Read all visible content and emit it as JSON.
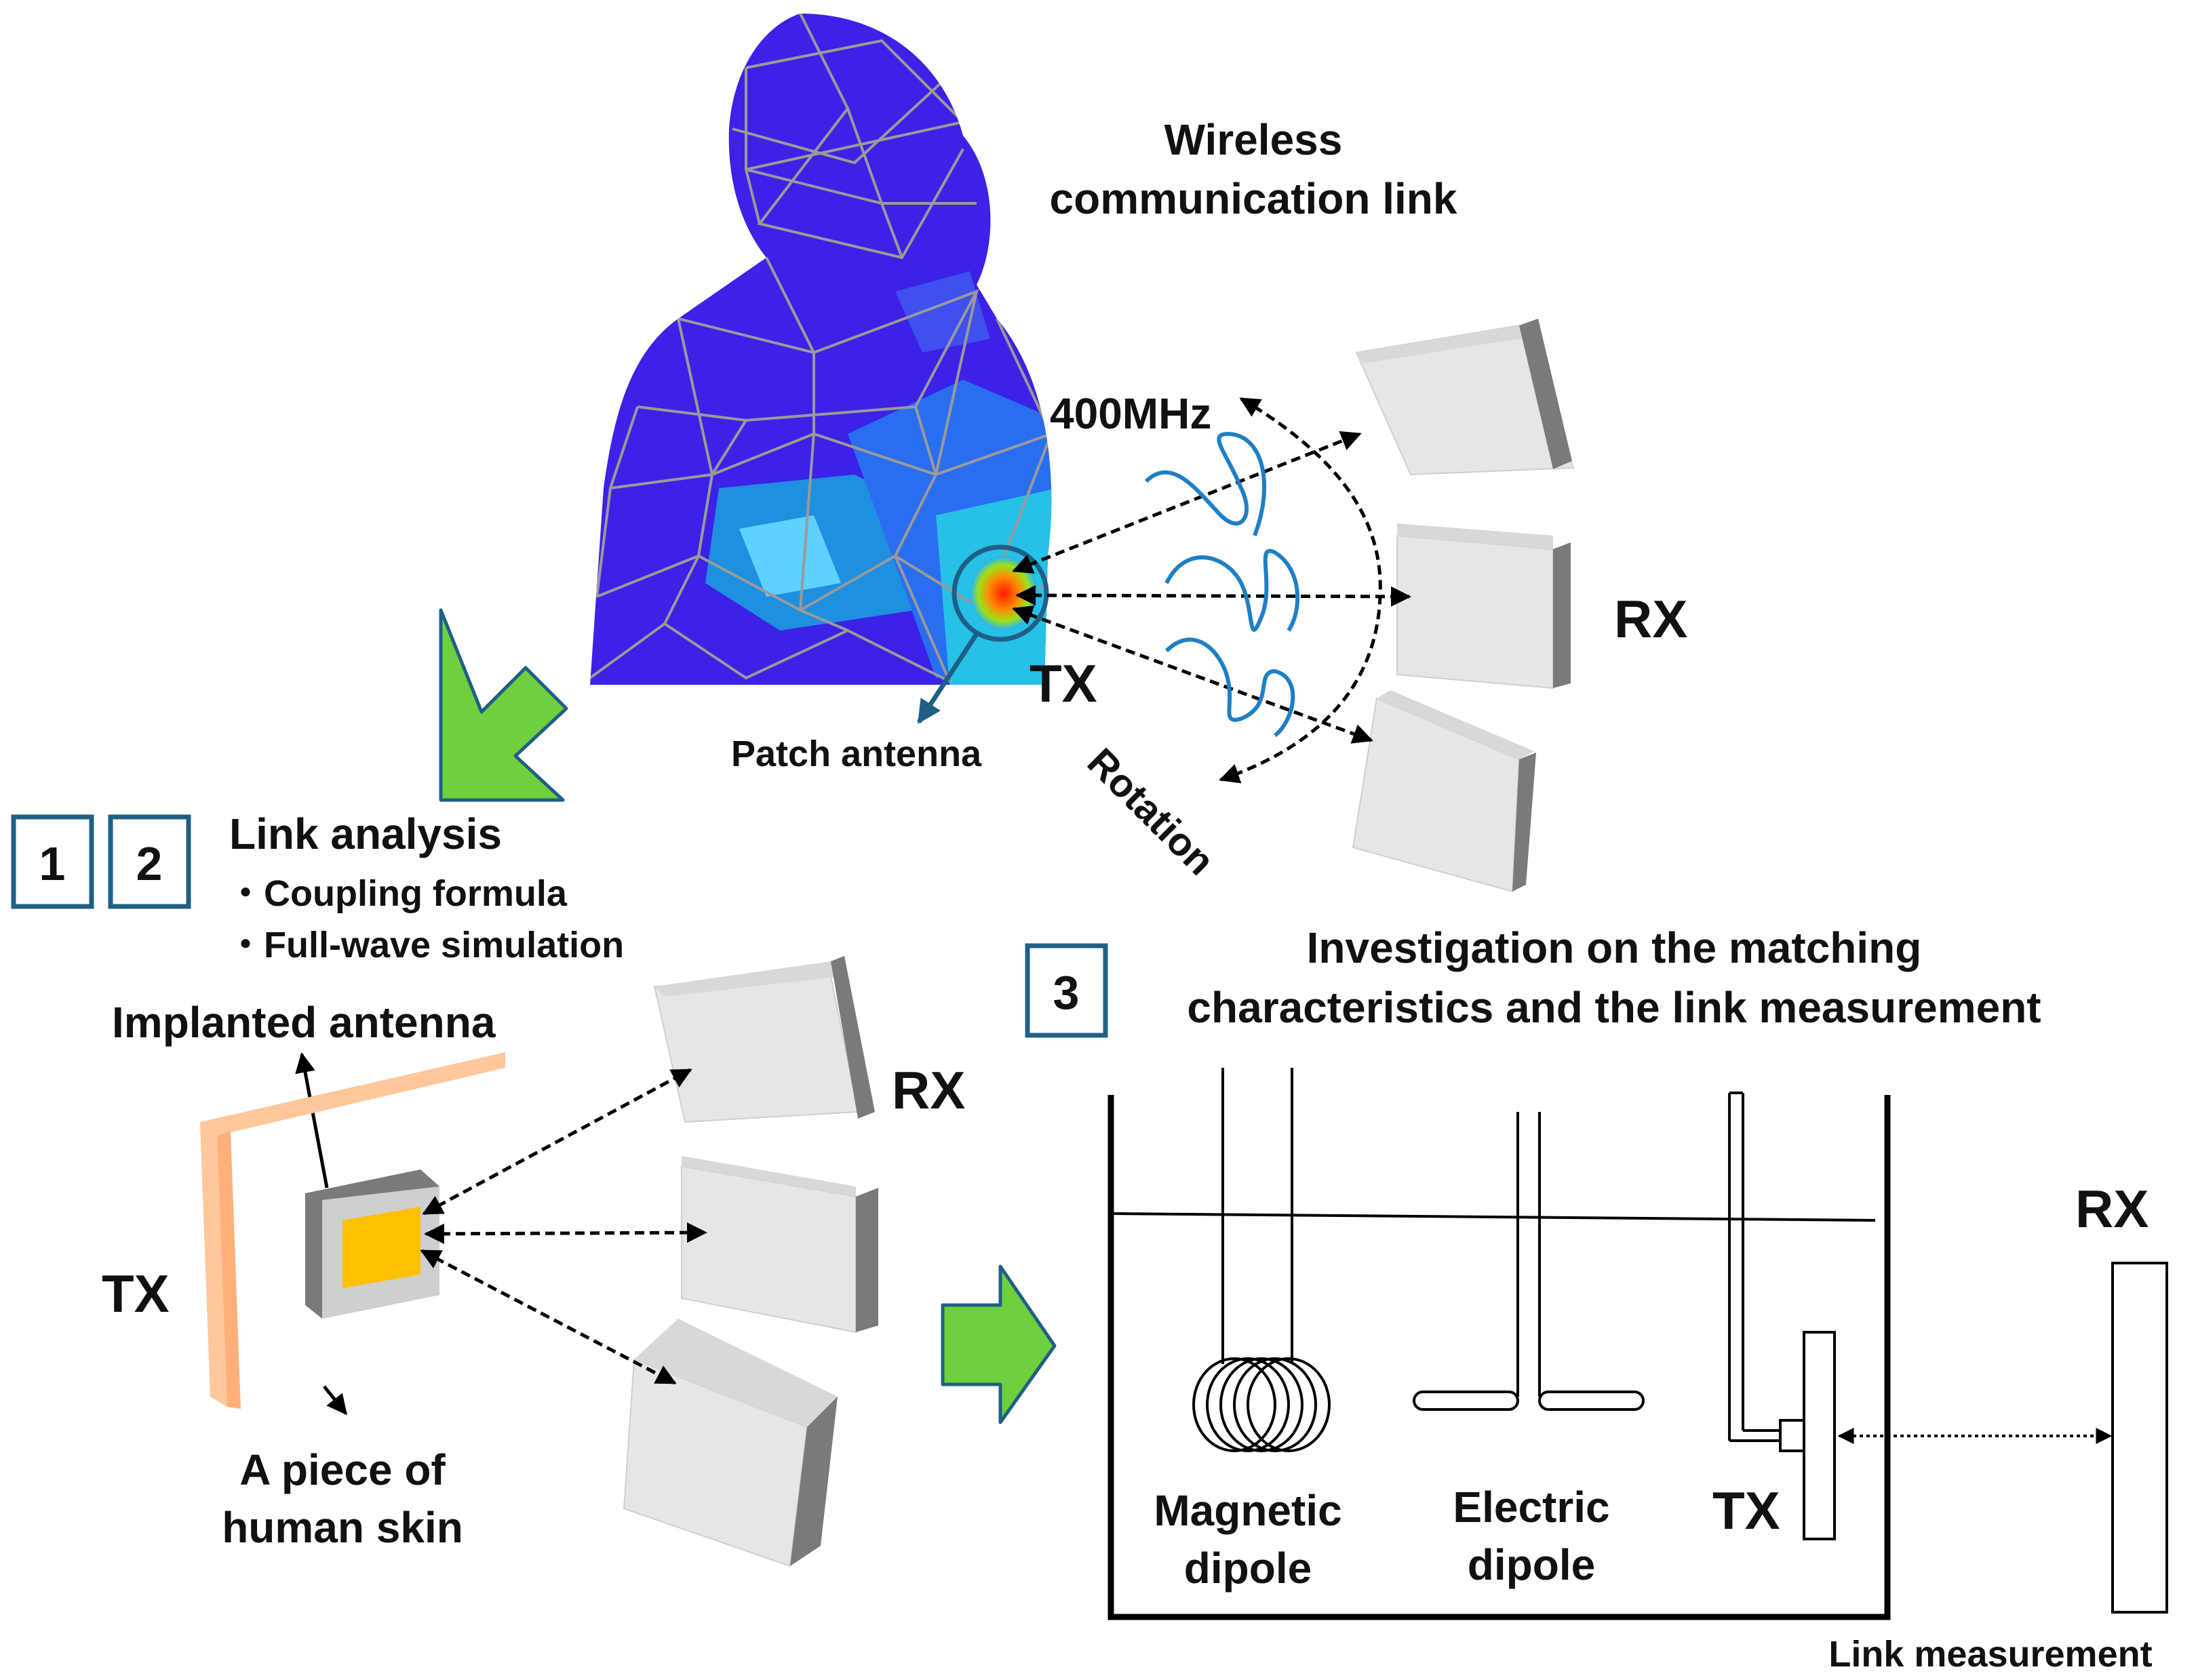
{
  "figure": {
    "top": {
      "link_title_line1": "Wireless",
      "link_title_line2": "communication link",
      "frequency": "400MHz",
      "rx_label": "RX",
      "tx_label": "TX",
      "patch_antenna": "Patch antenna",
      "rotation": "Rotation"
    },
    "left_panel": {
      "badge1": "1",
      "badge2": "2",
      "heading": "Link analysis",
      "bullet1": "・Coupling formula",
      "bullet2": "・Full-wave simulation",
      "implanted_antenna": "Implanted antenna",
      "tx_label": "TX",
      "rx_label": "RX",
      "skin_line1": "A piece of",
      "skin_line2": "human skin"
    },
    "right_panel": {
      "badge3": "3",
      "heading_line1": "Investigation on the matching",
      "heading_line2": "characteristics and the link measurement",
      "magnetic_line1": "Magnetic",
      "magnetic_line2": "dipole",
      "electric_line1": "Electric",
      "electric_line2": "dipole",
      "tx_label": "TX",
      "rx_label": "RX",
      "link_measurement": "Link measurement"
    },
    "colors": {
      "body_blue": "#3b22e6",
      "mesh_gray": "#9a9a9a",
      "arrow_green": "#6fcf3c",
      "badge_border": "#1f5f86",
      "skin_peach": "#ffc79a",
      "patch_yellow": "#ffc000",
      "wave_blue": "#1f7fc4"
    }
  }
}
